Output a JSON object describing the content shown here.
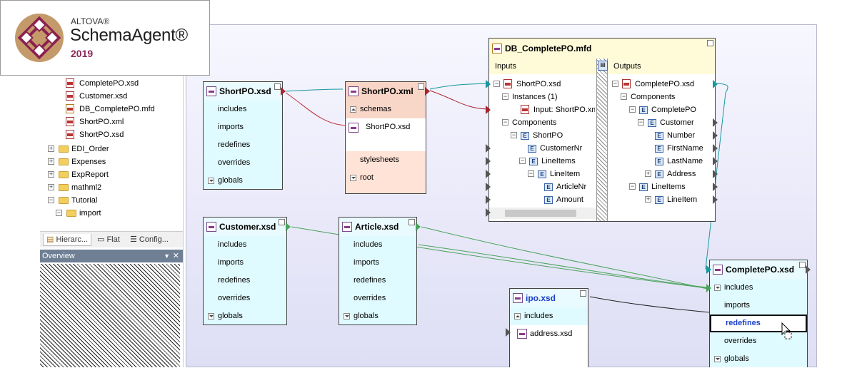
{
  "logo": {
    "brand": "ALTOVA®",
    "product": "SchemaAgent®",
    "year": "2019"
  },
  "tree": {
    "files": [
      "CompletePO.xsd",
      "Customer.xsd",
      "DB_CompletePO.mfd",
      "ShortPO.xml",
      "ShortPO.xsd"
    ],
    "folders": [
      "EDI_Order",
      "Expenses",
      "ExpReport",
      "mathml2",
      "Tutorial",
      "import"
    ]
  },
  "tabs": {
    "hierarchy": "Hierarc...",
    "flat": "Flat",
    "config": "Config..."
  },
  "overview": {
    "title": "Overview"
  },
  "boxes": {
    "shortpo_xsd": {
      "title": "ShortPO.xsd",
      "rows": [
        "includes",
        "imports",
        "redefines",
        "overrides",
        "globals"
      ]
    },
    "shortpo_xml": {
      "title": "ShortPO.xml",
      "schemas": "schemas",
      "child": "ShortPO.xsd",
      "stylesheets": "stylesheets",
      "root": "root"
    },
    "customer_xsd": {
      "title": "Customer.xsd",
      "rows": [
        "includes",
        "imports",
        "redefines",
        "overrides",
        "globals"
      ]
    },
    "article_xsd": {
      "title": "Article.xsd",
      "rows": [
        "includes",
        "imports",
        "redefines",
        "overrides",
        "globals"
      ]
    },
    "ipo_xsd": {
      "title": "ipo.xsd",
      "includes": "includes",
      "child": "address.xsd"
    },
    "completepo_xsd": {
      "title": "CompletePO.xsd",
      "rows": [
        "includes",
        "imports",
        "redefines",
        "overrides",
        "globals"
      ]
    }
  },
  "mfd": {
    "title": "DB_CompletePO.mfd",
    "inputs_label": "Inputs",
    "outputs_label": "Outputs",
    "inputs": [
      "ShortPO.xsd",
      "Instances (1)",
      "Input: ShortPO.xml",
      "Components",
      "ShortPO",
      "CustomerNr",
      "LineItems",
      "LineItem",
      "ArticleNr",
      "Amount"
    ],
    "outputs": [
      "CompletePO.xsd",
      "Components",
      "CompletePO",
      "Customer",
      "Number",
      "FirstName",
      "LastName",
      "Address",
      "LineItems",
      "LineItem"
    ],
    "e": "E"
  },
  "colors": {
    "wire_teal": "#16989c",
    "wire_red": "#c0303c",
    "wire_green": "#4aa35a",
    "wire_black": "#222222",
    "overview_header": "#6f7f94"
  }
}
